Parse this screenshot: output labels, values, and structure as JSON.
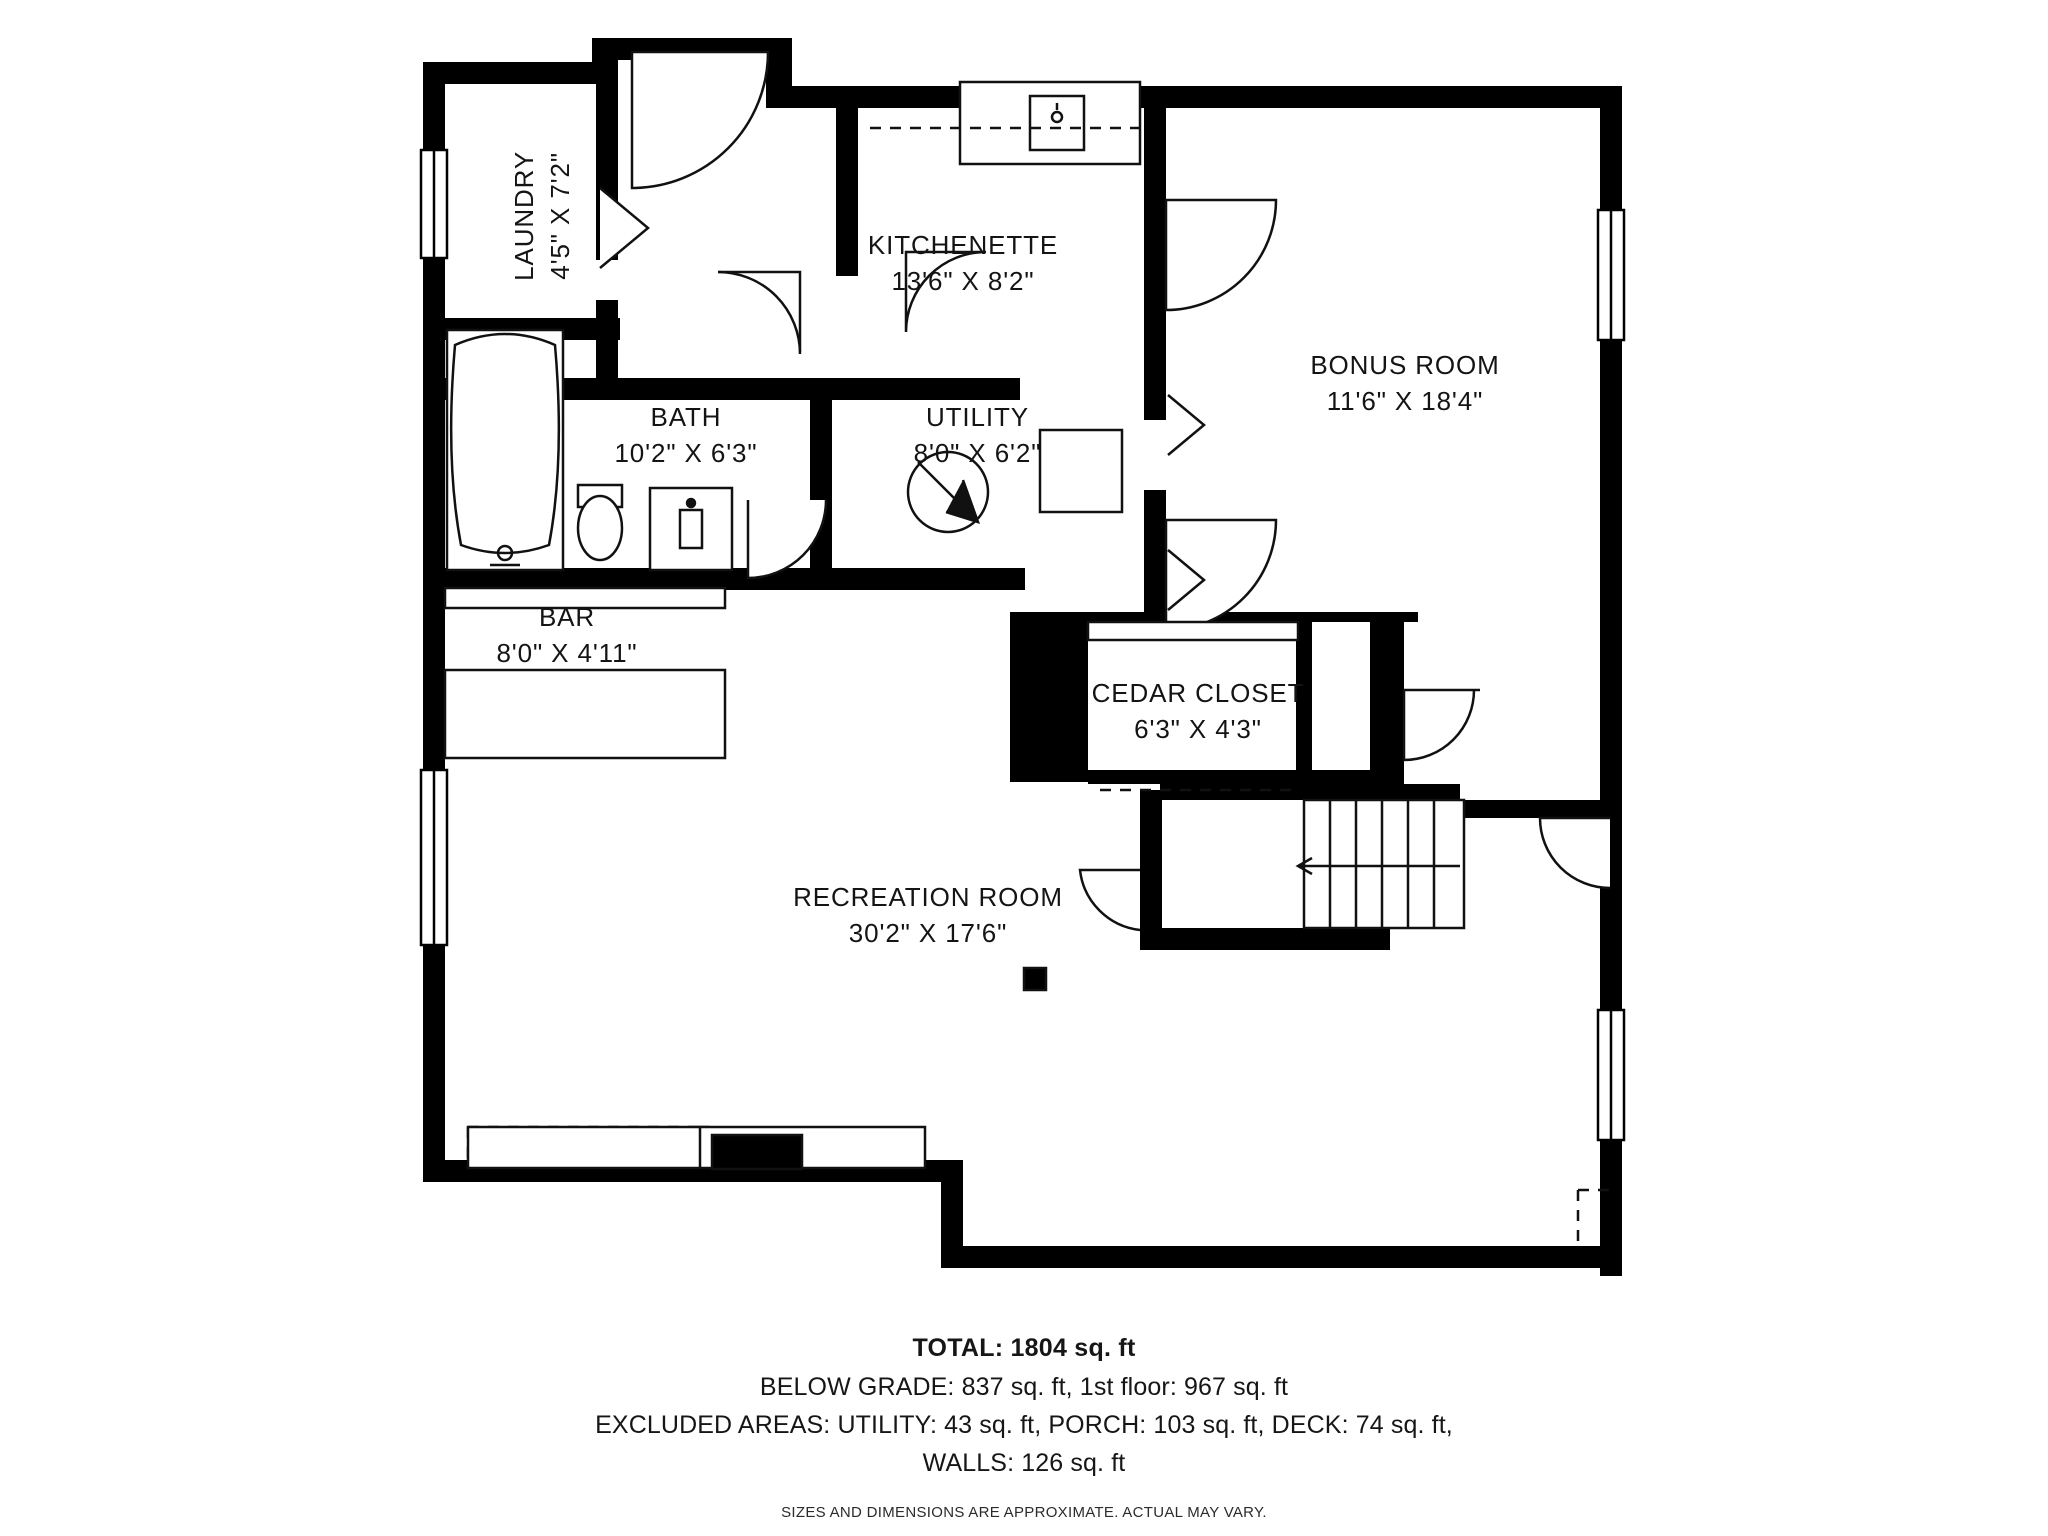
{
  "plan": {
    "title": "basement-floor-plan",
    "wall_color": "#000000",
    "fixture_color": "#1a1a1a",
    "background": "#ffffff",
    "rooms": [
      {
        "id": "laundry",
        "name": "LAUNDRY",
        "dimensions": "4'5\" X 7'2\"",
        "rotated": true
      },
      {
        "id": "kitchenette",
        "name": "KITCHENETTE",
        "dimensions": "13'6\" X 8'2\"",
        "rotated": false
      },
      {
        "id": "bonus",
        "name": "BONUS ROOM",
        "dimensions": "11'6\" X 18'4\"",
        "rotated": false
      },
      {
        "id": "bath",
        "name": "BATH",
        "dimensions": "10'2\" X 6'3\"",
        "rotated": false
      },
      {
        "id": "utility",
        "name": "UTILITY",
        "dimensions": "8'0\" X 6'2\"",
        "rotated": false
      },
      {
        "id": "bar",
        "name": "BAR",
        "dimensions": "8'0\" X 4'11\"",
        "rotated": false
      },
      {
        "id": "cedar",
        "name": "CEDAR CLOSET",
        "dimensions": "6'3\" X 4'3\"",
        "rotated": false
      },
      {
        "id": "recreation",
        "name": "RECREATION ROOM",
        "dimensions": "30'2\" X 17'6\"",
        "rotated": false
      }
    ]
  },
  "footer": {
    "total": "TOTAL: 1804 sq. ft",
    "below_grade": "BELOW GRADE: 837 sq. ft, 1st floor: 967 sq. ft",
    "excluded": "EXCLUDED AREAS: UTILITY: 43 sq. ft, PORCH: 103 sq. ft, DECK: 74 sq. ft,",
    "walls": "WALLS: 126 sq. ft",
    "disclaimer": "SIZES AND DIMENSIONS ARE APPROXIMATE. ACTUAL MAY VARY."
  }
}
